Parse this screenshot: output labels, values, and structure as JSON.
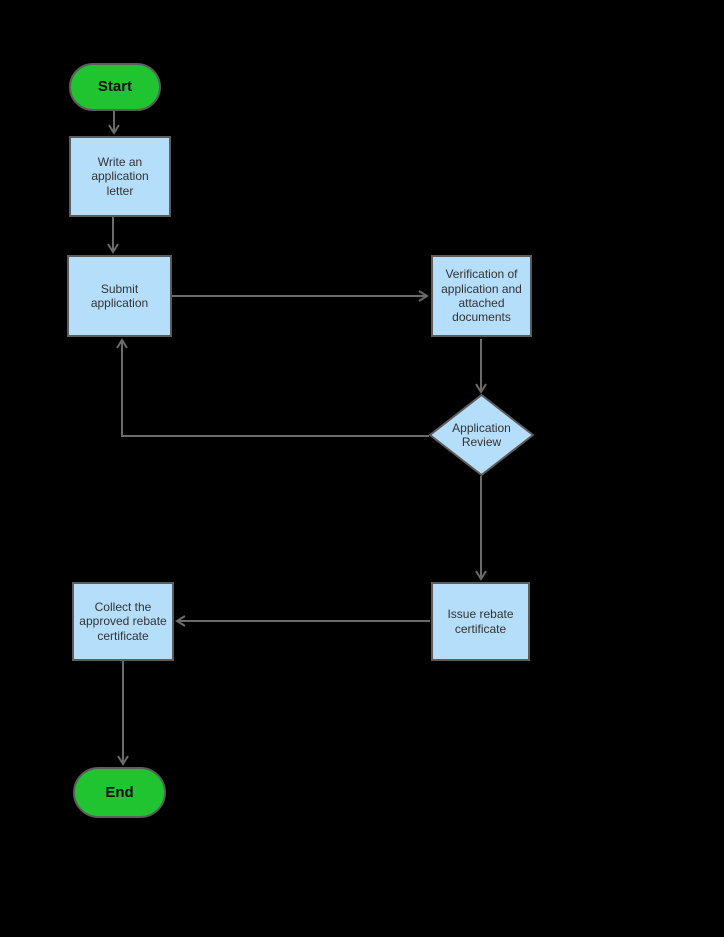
{
  "colors": {
    "background": "#000000",
    "process_fill": "#b5defb",
    "node_border": "#5c5c5c",
    "terminal_fill": "#20c431",
    "connector": "#6b6b6b",
    "label_text": "#333333",
    "terminal_text": "#0d0d0d"
  },
  "nodes": [
    {
      "id": "start",
      "type": "terminal",
      "label": "Start"
    },
    {
      "id": "write-application-letter",
      "type": "process",
      "label": "Write an application letter"
    },
    {
      "id": "submit-application",
      "type": "process",
      "label": "Submit application"
    },
    {
      "id": "verification-of-application",
      "type": "process",
      "label": "Verification of application and attached documents"
    },
    {
      "id": "application-review",
      "type": "decision",
      "label": "Application Review"
    },
    {
      "id": "issue-rebate-certificate",
      "type": "process",
      "label": "Issue rebate certificate"
    },
    {
      "id": "collect-approved-rebate-certificate",
      "type": "process",
      "label": "Collect the approved rebate certificate"
    },
    {
      "id": "end",
      "type": "terminal",
      "label": "End"
    }
  ],
  "edges": [
    {
      "from": "start",
      "to": "write-application-letter"
    },
    {
      "from": "write-application-letter",
      "to": "submit-application"
    },
    {
      "from": "submit-application",
      "to": "verification-of-application"
    },
    {
      "from": "verification-of-application",
      "to": "application-review"
    },
    {
      "from": "application-review",
      "to": "submit-application"
    },
    {
      "from": "application-review",
      "to": "issue-rebate-certificate"
    },
    {
      "from": "issue-rebate-certificate",
      "to": "collect-approved-rebate-certificate"
    },
    {
      "from": "collect-approved-rebate-certificate",
      "to": "end"
    }
  ]
}
